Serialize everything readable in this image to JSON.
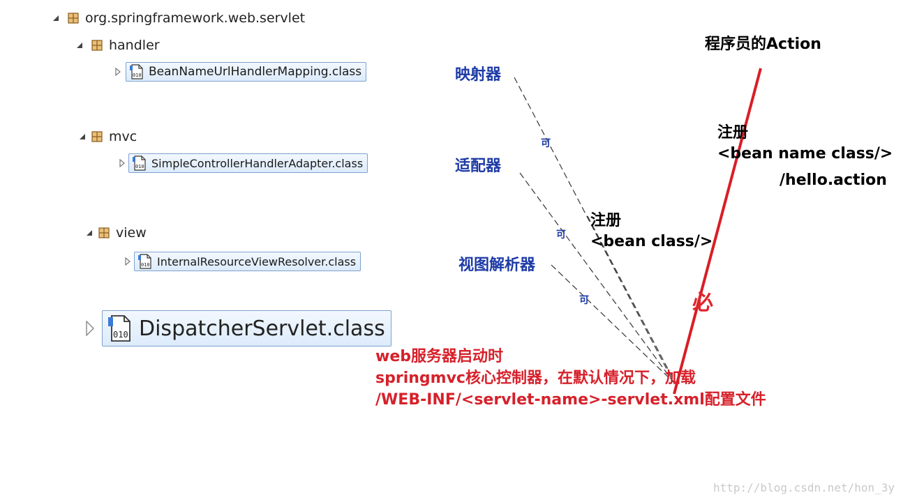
{
  "tree": {
    "root": {
      "label": "org.springframework.web.servlet"
    },
    "handler": {
      "label": "handler",
      "class": "BeanNameUrlHandlerMapping.class"
    },
    "mvc": {
      "label": "mvc",
      "class": "SimpleControllerHandlerAdapter.class"
    },
    "view": {
      "label": "view",
      "class": "InternalResourceViewResolver.class"
    },
    "dispatcher": {
      "class": "DispatcherServlet.class"
    }
  },
  "labels": {
    "mapper": "映射器",
    "adapter": "适配器",
    "resolver": "视图解析器",
    "optional": "可",
    "required": "必",
    "programmer_action": "程序员的Action",
    "register_bean_class": {
      "line1": "注册",
      "line2": "<bean class/>"
    },
    "register_bean_name": {
      "line1": "注册",
      "line2": "<bean name class/>",
      "line3": "/hello.action"
    },
    "startup": {
      "line1": "web服务器启动时",
      "line2": "springmvc核心控制器，在默认情况下，加载",
      "line3": "/WEB-INF/<servlet-name>-servlet.xml配置文件"
    }
  },
  "watermark": "http://blog.csdn.net/hon_3y",
  "colors": {
    "blue_label": "#1d3aa6",
    "red_text": "#d6212b",
    "required_line": "#d81e26",
    "dashed_line": "#333333",
    "class_box_border": "#7da2ce"
  },
  "icons": {
    "package": "package-icon",
    "class_file": "class-file-icon",
    "expand": "triangle-down-icon",
    "collapsed": "triangle-right-icon"
  }
}
